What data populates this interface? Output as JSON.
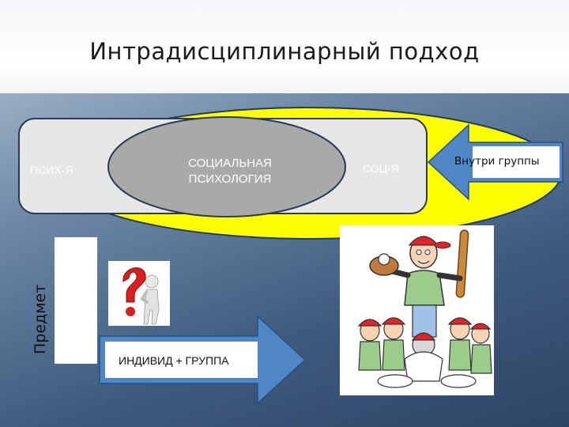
{
  "slide": {
    "title": "Интрадисциплинарный подход",
    "left_label": "ПСИХ-Я",
    "center_label_line1": "СОЦИАЛЬНАЯ",
    "center_label_line2": "ПСИХОЛОГИЯ",
    "right_label": "СОЦ-Я",
    "arrow_right_label": "Внутри группы",
    "vertical_label": "Предмет",
    "bottom_arrow_label": "ИНДИВИД + ГРУППА"
  },
  "icons": {
    "question_figure": "question-person-icon",
    "team_cartoon": "baseball-team-illustration"
  },
  "colors": {
    "yellow_ellipse": "#ffff00",
    "gray_box": "#e6e6e6",
    "center_ellipse": "#a9a9a9",
    "arrow_blue": "#4f86c6",
    "question_red": "#d8201e"
  }
}
